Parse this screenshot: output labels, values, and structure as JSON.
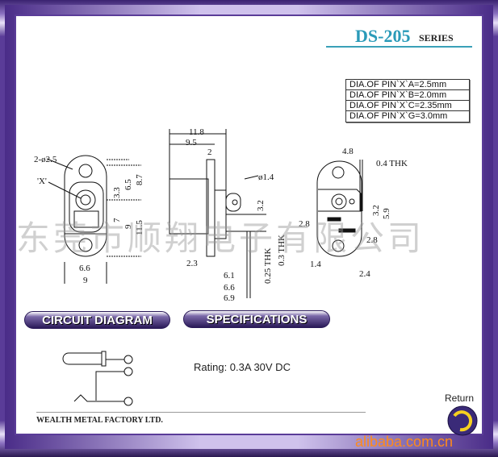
{
  "header": {
    "model": "DS-205",
    "series": "SERIES"
  },
  "pin_table": [
    "DIA.OF PIN`X`A=2.5mm",
    "DIA.OF PIN`X`B=2.0mm",
    "DIA.OF PIN`X`C=2.35mm",
    "DIA.OF PIN`X`G=3.0mm"
  ],
  "front_view": {
    "hole": "2-ø2.5",
    "pin": "'X'",
    "d1": "3.3",
    "d2": "6.5",
    "d3": "8.7",
    "d4": "7",
    "d5": "9",
    "d6": "11.5",
    "w1": "6.6",
    "w2": "9"
  },
  "side_view": {
    "l1": "11.8",
    "l2": "9.5",
    "l3": "2",
    "pin": "ø1.4",
    "h1": "3.2",
    "t1": "0.3 THK",
    "t2": "0.25 THK",
    "a": "2.3",
    "b": "6.1",
    "c": "6.6",
    "d": "6.9"
  },
  "rear_view": {
    "w": "4.8",
    "t": "0.4 THK",
    "h1": "3.2",
    "h2": "5.9",
    "a": "2.8",
    "b": "2.8",
    "c": "1.4",
    "d": "2.4"
  },
  "watermark": "东莞市顺翔电子有限公司",
  "buttons": {
    "circuit": "CIRCUIT DIAGRAM",
    "specs": "SPECIFICATIONS"
  },
  "rating": "Rating: 0.3A 30V DC",
  "footer": {
    "company": "WEALTH METAL FACTORY LTD.",
    "return": "Return",
    "site": "alibaba.com.cn"
  }
}
